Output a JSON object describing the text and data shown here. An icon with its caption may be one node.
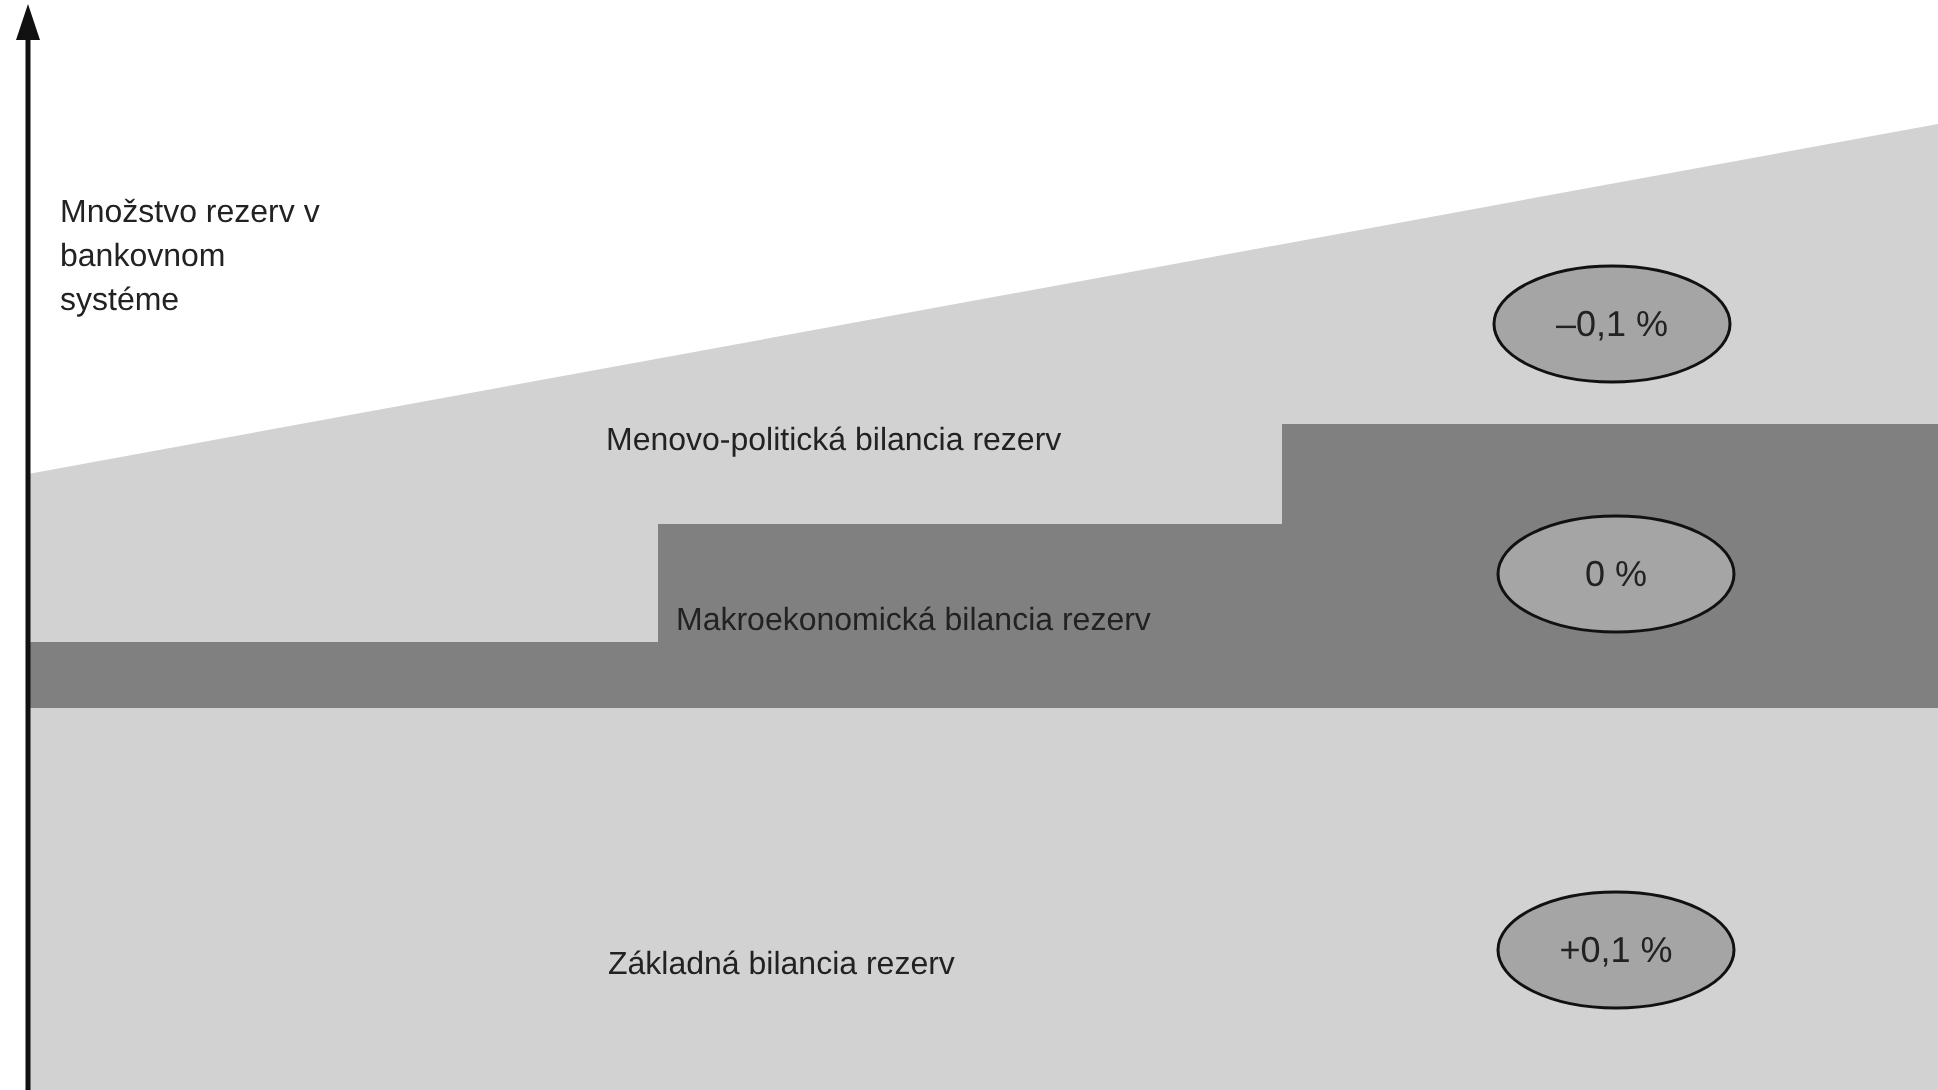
{
  "diagram": {
    "nodes": [
      {
        "text": [
          "Menovo-politická bilancia rezerv"
        ]
      },
      {
        "text": [
          "–0,1 %"
        ],
        "in": 0
      },
      {
        "text": [
          "Makroekonomická bilancia rezerv"
        ]
      },
      {
        "text": [
          "0 %"
        ],
        "in": 2
      },
      {
        "text": [
          "Základná bilancia rezerv"
        ]
      },
      {
        "text": [
          "+0,1 %"
        ],
        "in": 4
      }
    ],
    "labels": [
      "Množstvo rezerv v bankovnom systéme"
    ]
  }
}
